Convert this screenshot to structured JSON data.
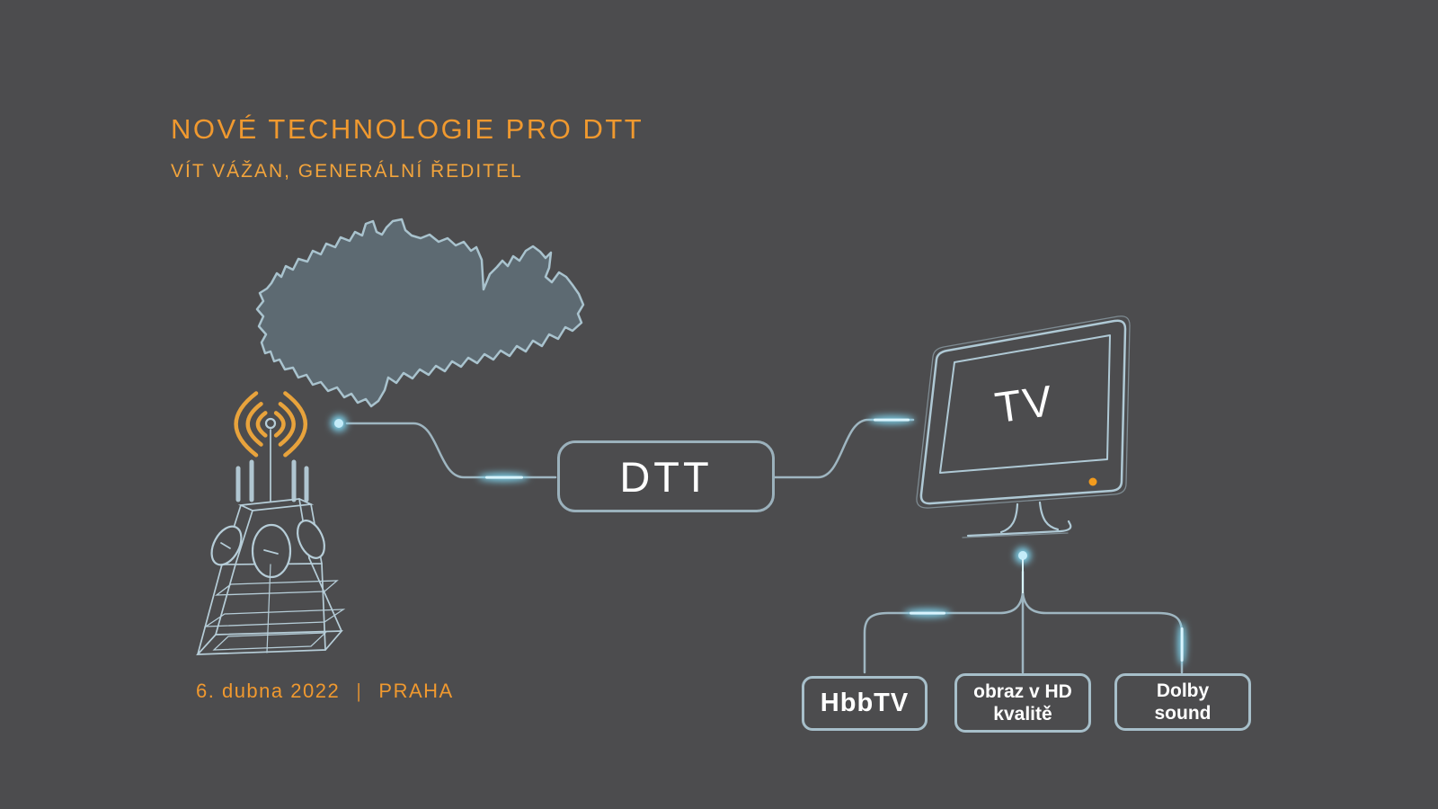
{
  "header": {
    "title": "NOVÉ TECHNOLOGIE PRO DTT",
    "subtitle": "VÍT VÁŽAN, GENERÁLNÍ ŘEDITEL"
  },
  "footer": {
    "date": "6. dubna 2022",
    "separator": "|",
    "location": "PRAHA"
  },
  "diagram": {
    "dtt_label": "DTT",
    "tv_label": "TV",
    "features": [
      {
        "id": "hbbtv",
        "lines": [
          "HbbTV"
        ]
      },
      {
        "id": "hd-quality",
        "lines": [
          "obraz v HD",
          "kvalitě"
        ]
      },
      {
        "id": "dolby",
        "lines": [
          "Dolby",
          "sound"
        ]
      }
    ],
    "icons": {
      "transmitter": "radio-tower-icon",
      "signal_waves": "signal-waves-icon",
      "map": "czech-republic-map",
      "tv": "tv-monitor-icon",
      "pulse": "signal-pulse"
    }
  },
  "colors": {
    "background": "#4C4C4E",
    "accent_orange": "#F0992F",
    "line_blue_gray": "#9FB6C1",
    "box_border": "#A7BFCA",
    "glow_cyan": "#8FDCF5",
    "map_fill": "#5D6A72",
    "map_stroke": "#A9C3CE",
    "led_orange": "#F29B1D",
    "text_white": "#FFFFFF"
  }
}
